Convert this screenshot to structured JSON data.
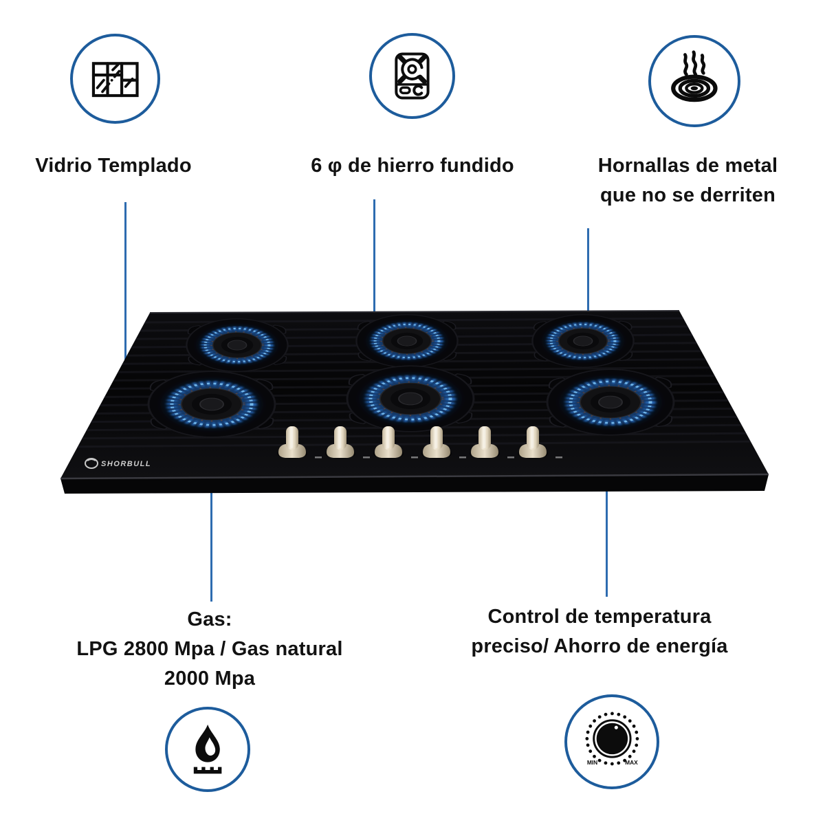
{
  "colors": {
    "background": "#ffffff",
    "icon_circle_blue": "#1d5c9c",
    "connector_line_blue": "#2e6cb0",
    "connector_dot_blue": "#2f7cc2",
    "text": "#121212",
    "flame_blue": "#2e7fd6",
    "knob_cream": "#e9dfcb",
    "cooktop_black": "#0a0a0c"
  },
  "top_features": [
    {
      "icon": "tempered-glass-icon",
      "label": "Vidrio Templado"
    },
    {
      "icon": "cast-iron-burner-icon",
      "label": "6 φ de hierro fundido"
    },
    {
      "icon": "heatproof-hotplate-icon",
      "label_line1": "Hornallas de metal",
      "label_line2": "que no se derriten"
    }
  ],
  "bottom_features": {
    "gas": {
      "icon": "gas-flame-icon",
      "label_line1": "Gas:",
      "label_line2": "LPG 2800 Mpa / Gas natural",
      "label_line3": "2000 Mpa"
    },
    "control": {
      "icon": "temperature-knob-icon",
      "label_line1": "Control de temperatura",
      "label_line2": "preciso/ Ahorro de energía",
      "knob_min": "MIN",
      "knob_max": "MAX"
    }
  },
  "product": {
    "brand": "SHORBULL",
    "visible_burners": 6,
    "visible_knobs": 6
  }
}
